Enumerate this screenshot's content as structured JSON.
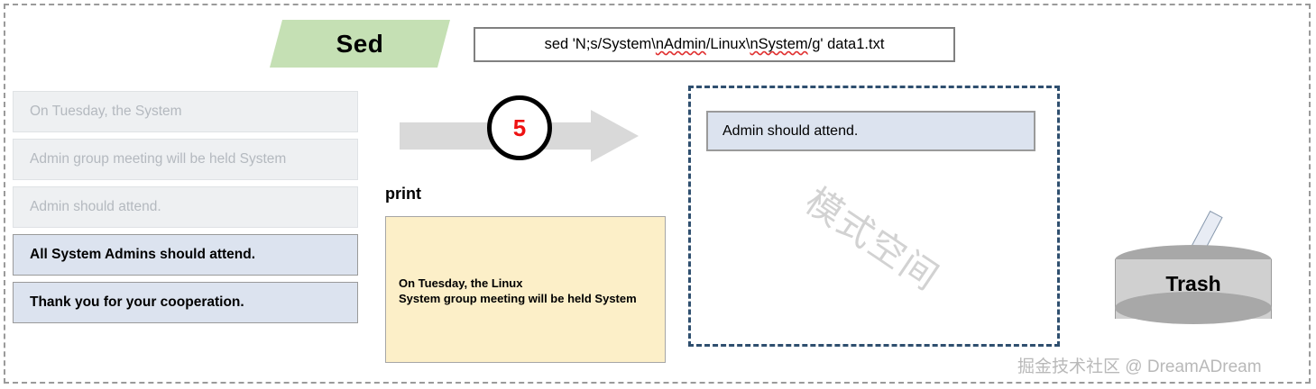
{
  "page": {
    "border_color": "#9a9a9a",
    "background": "#ffffff"
  },
  "header": {
    "tool_tag": "Sed",
    "tool_tag_color": "#c5e0b4",
    "command": {
      "prefix": "sed 'N;s/System\\",
      "misspelled_1": "nAdmin",
      "middle": "/Linux\\",
      "misspelled_2": "nSystem",
      "suffix": "/g' data1.txt",
      "full_text": "sed 'N;s/System\\nAdmin/Linux\\nSystem/g' data1.txt",
      "spellcheck_color": "#e03030"
    }
  },
  "input_file": {
    "lines": [
      {
        "text": "On Tuesday, the System",
        "state": "done"
      },
      {
        "text": "Admin group meeting will be held System",
        "state": "done"
      },
      {
        "text": "Admin should attend.",
        "state": "done"
      },
      {
        "text": "All System Admins should attend.",
        "state": "active"
      },
      {
        "text": "Thank you for your cooperation.",
        "state": "active"
      }
    ],
    "done_fill": "#eef0f2",
    "done_text_color": "#b4b9bf",
    "active_fill": "#dce3ef",
    "active_text_color": "#000000"
  },
  "flow": {
    "step_number": "5",
    "step_number_color": "#ee1111",
    "arrow_color": "#d9d9d9",
    "operation_label": "print"
  },
  "output": {
    "fill": "#fcefc8",
    "text": "On Tuesday, the Linux\nSystem group meeting will be held System"
  },
  "pattern_space": {
    "border_color": "#2f4f6f",
    "watermark": "模式空间",
    "current_line": "Admin should attend.",
    "line_fill": "#dce3ef"
  },
  "trash": {
    "label": "Trash",
    "body_color": "#d0d0d0",
    "rim_color": "#a8a8a8"
  },
  "footer": {
    "watermark": "掘金技术社区 @ DreamADream"
  }
}
